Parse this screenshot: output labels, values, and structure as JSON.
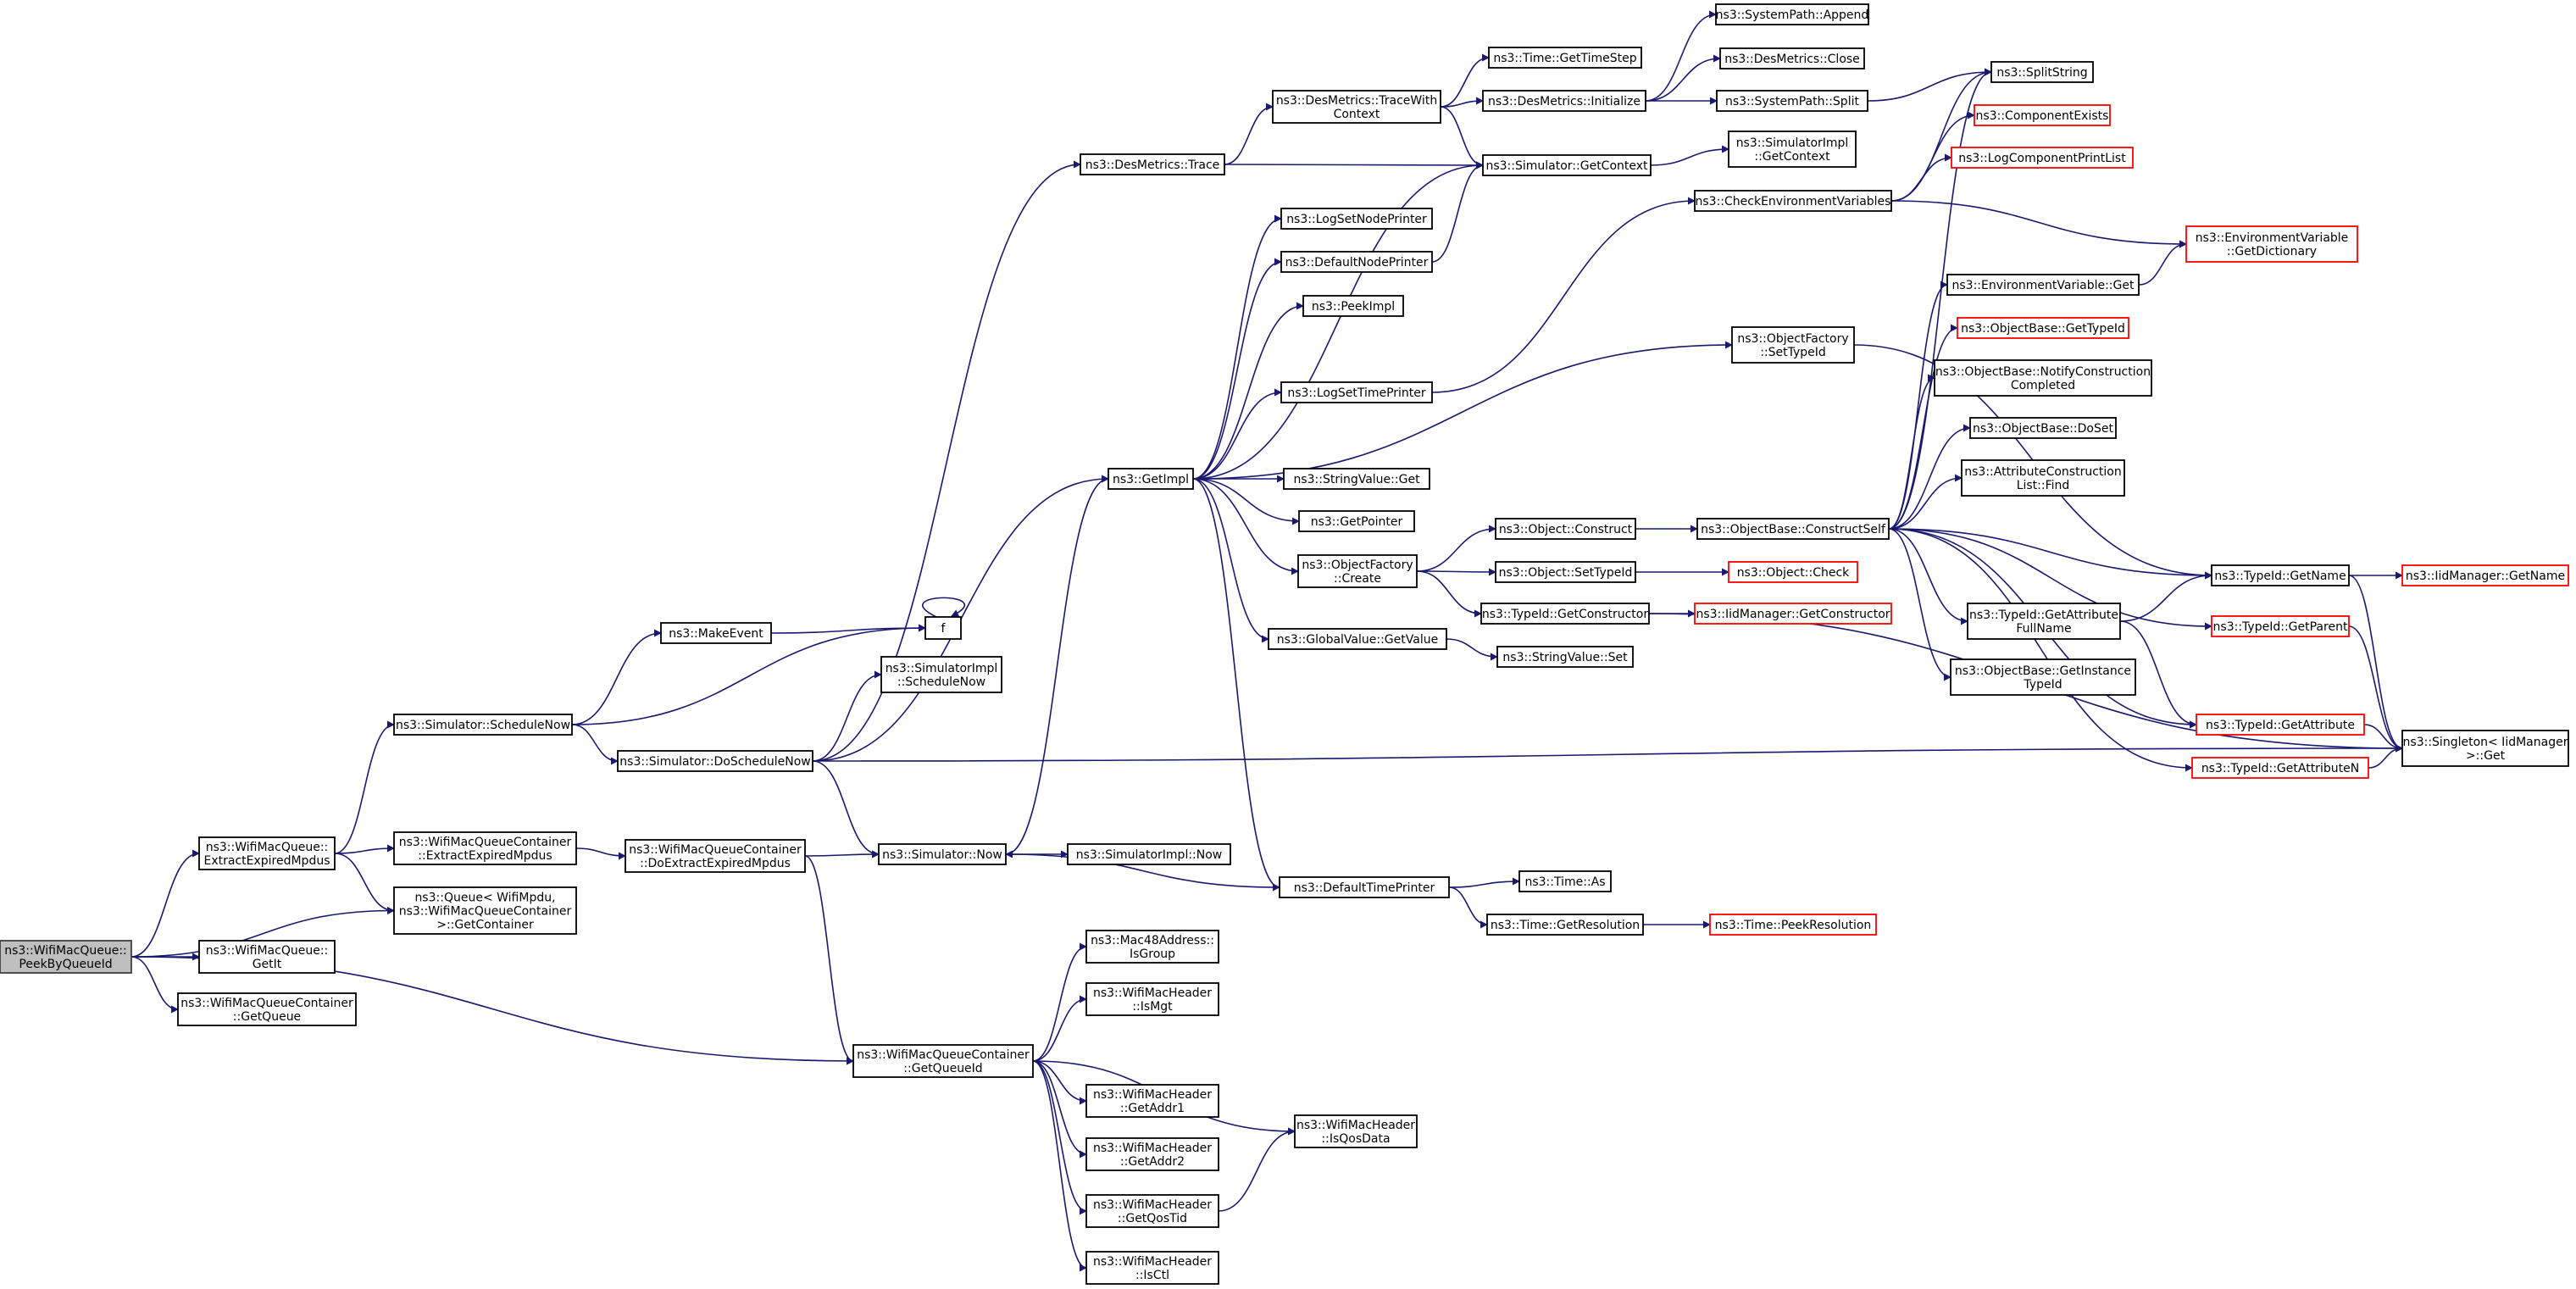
{
  "nodes": [
    {
      "id": "peek",
      "lines": [
        "ns3::WifiMacQueue::",
        "PeekByQueueId"
      ],
      "root": true
    },
    {
      "id": "extractExpired",
      "lines": [
        "ns3::WifiMacQueue::",
        "ExtractExpiredMpdus"
      ]
    },
    {
      "id": "getIt",
      "lines": [
        "ns3::WifiMacQueue::",
        "GetIt"
      ]
    },
    {
      "id": "containerGetQueue",
      "lines": [
        "ns3::WifiMacQueueContainer",
        "::GetQueue"
      ]
    },
    {
      "id": "containerExtract",
      "lines": [
        "ns3::WifiMacQueueContainer",
        "::ExtractExpiredMpdus"
      ]
    },
    {
      "id": "queueGetContainer",
      "lines": [
        "ns3::Queue< WifiMpdu,",
        "ns3::WifiMacQueueContainer",
        ">::GetContainer"
      ]
    },
    {
      "id": "scheduleNow",
      "lines": [
        "ns3::Simulator::ScheduleNow"
      ]
    },
    {
      "id": "doExtract",
      "lines": [
        "ns3::WifiMacQueueContainer",
        "::DoExtractExpiredMpdus"
      ]
    },
    {
      "id": "makeEvent",
      "lines": [
        "ns3::MakeEvent"
      ]
    },
    {
      "id": "f",
      "lines": [
        "f"
      ]
    },
    {
      "id": "doScheduleNow",
      "lines": [
        "ns3::Simulator::DoScheduleNow"
      ]
    },
    {
      "id": "simImplScheduleNow",
      "lines": [
        "ns3::SimulatorImpl",
        "::ScheduleNow"
      ]
    },
    {
      "id": "simNow",
      "lines": [
        "ns3::Simulator::Now"
      ]
    },
    {
      "id": "simImplNow",
      "lines": [
        "ns3::SimulatorImpl::Now"
      ]
    },
    {
      "id": "getQueueId",
      "lines": [
        "ns3::WifiMacQueueContainer",
        "::GetQueueId"
      ]
    },
    {
      "id": "isGroup",
      "lines": [
        "ns3::Mac48Address::",
        "IsGroup"
      ]
    },
    {
      "id": "isMgt",
      "lines": [
        "ns3::WifiMacHeader",
        "::IsMgt"
      ]
    },
    {
      "id": "getAddr1",
      "lines": [
        "ns3::WifiMacHeader",
        "::GetAddr1"
      ]
    },
    {
      "id": "getAddr2",
      "lines": [
        "ns3::WifiMacHeader",
        "::GetAddr2"
      ]
    },
    {
      "id": "getQosTid",
      "lines": [
        "ns3::WifiMacHeader",
        "::GetQosTid"
      ]
    },
    {
      "id": "isCtl",
      "lines": [
        "ns3::WifiMacHeader",
        "::IsCtl"
      ]
    },
    {
      "id": "isQosData",
      "lines": [
        "ns3::WifiMacHeader",
        "::IsQosData"
      ]
    },
    {
      "id": "desTrace",
      "lines": [
        "ns3::DesMetrics::Trace"
      ]
    },
    {
      "id": "getImpl",
      "lines": [
        "ns3::GetImpl"
      ]
    },
    {
      "id": "traceWithContext",
      "lines": [
        "ns3::DesMetrics::TraceWith",
        "Context"
      ]
    },
    {
      "id": "logSetNodePrinter",
      "lines": [
        "ns3::LogSetNodePrinter"
      ]
    },
    {
      "id": "defaultNodePrinter",
      "lines": [
        "ns3::DefaultNodePrinter"
      ]
    },
    {
      "id": "peekImpl",
      "lines": [
        "ns3::PeekImpl"
      ]
    },
    {
      "id": "logSetTimePrinter",
      "lines": [
        "ns3::LogSetTimePrinter"
      ]
    },
    {
      "id": "stringValueGet",
      "lines": [
        "ns3::StringValue::Get"
      ]
    },
    {
      "id": "getPointer",
      "lines": [
        "ns3::GetPointer"
      ]
    },
    {
      "id": "objFactoryCreate",
      "lines": [
        "ns3::ObjectFactory",
        "::Create"
      ]
    },
    {
      "id": "globalValueGetValue",
      "lines": [
        "ns3::GlobalValue::GetValue"
      ]
    },
    {
      "id": "defaultTimePrinter",
      "lines": [
        "ns3::DefaultTimePrinter"
      ]
    },
    {
      "id": "timeGetTimeStep",
      "lines": [
        "ns3::Time::GetTimeStep"
      ]
    },
    {
      "id": "desInitialize",
      "lines": [
        "ns3::DesMetrics::Initialize"
      ]
    },
    {
      "id": "simGetContext",
      "lines": [
        "ns3::Simulator::GetContext"
      ]
    },
    {
      "id": "objectConstruct",
      "lines": [
        "ns3::Object::Construct"
      ]
    },
    {
      "id": "objectSetTypeId",
      "lines": [
        "ns3::Object::SetTypeId"
      ]
    },
    {
      "id": "typeIdGetConstructor",
      "lines": [
        "ns3::TypeId::GetConstructor"
      ]
    },
    {
      "id": "stringValueSet",
      "lines": [
        "ns3::StringValue::Set"
      ]
    },
    {
      "id": "timeAs",
      "lines": [
        "ns3::Time::As"
      ]
    },
    {
      "id": "timeGetResolution",
      "lines": [
        "ns3::Time::GetResolution"
      ]
    },
    {
      "id": "sysPathAppend",
      "lines": [
        "ns3::SystemPath::Append"
      ]
    },
    {
      "id": "desClose",
      "lines": [
        "ns3::DesMetrics::Close"
      ]
    },
    {
      "id": "sysPathSplit",
      "lines": [
        "ns3::SystemPath::Split"
      ]
    },
    {
      "id": "simImplGetContext",
      "lines": [
        "ns3::SimulatorImpl",
        "::GetContext"
      ]
    },
    {
      "id": "checkEnvVars",
      "lines": [
        "ns3::CheckEnvironmentVariables"
      ]
    },
    {
      "id": "objFactorySetTypeId",
      "lines": [
        "ns3::ObjectFactory",
        "::SetTypeId"
      ]
    },
    {
      "id": "objBaseConstructSelf",
      "lines": [
        "ns3::ObjectBase::ConstructSelf"
      ]
    },
    {
      "id": "objectCheck",
      "lines": [
        "ns3::Object::Check"
      ],
      "red": true
    },
    {
      "id": "iidGetConstructor",
      "lines": [
        "ns3::IidManager::GetConstructor"
      ],
      "red": true
    },
    {
      "id": "timePeekResolution",
      "lines": [
        "ns3::Time::PeekResolution"
      ],
      "red": true
    },
    {
      "id": "splitString",
      "lines": [
        "ns3::SplitString"
      ]
    },
    {
      "id": "componentExists",
      "lines": [
        "ns3::ComponentExists"
      ],
      "red": true
    },
    {
      "id": "logComponentPrintList",
      "lines": [
        "ns3::LogComponentPrintList"
      ],
      "red": true
    },
    {
      "id": "envVarGet",
      "lines": [
        "ns3::EnvironmentVariable::Get"
      ]
    },
    {
      "id": "objBaseGetTypeId",
      "lines": [
        "ns3::ObjectBase::GetTypeId"
      ],
      "red": true
    },
    {
      "id": "objBaseNotify",
      "lines": [
        "ns3::ObjectBase::NotifyConstruction",
        "Completed"
      ]
    },
    {
      "id": "objBaseDoSet",
      "lines": [
        "ns3::ObjectBase::DoSet"
      ]
    },
    {
      "id": "attrConstructionFind",
      "lines": [
        "ns3::AttributeConstruction",
        "List::Find"
      ]
    },
    {
      "id": "typeIdGetAttrFullName",
      "lines": [
        "ns3::TypeId::GetAttribute",
        "FullName"
      ]
    },
    {
      "id": "objBaseGetInstanceTypeId",
      "lines": [
        "ns3::ObjectBase::GetInstance",
        "TypeId"
      ]
    },
    {
      "id": "envVarGetDictionary",
      "lines": [
        "ns3::EnvironmentVariable",
        "::GetDictionary"
      ],
      "red": true
    },
    {
      "id": "typeIdGetName",
      "lines": [
        "ns3::TypeId::GetName"
      ]
    },
    {
      "id": "typeIdGetParent",
      "lines": [
        "ns3::TypeId::GetParent"
      ],
      "red": true
    },
    {
      "id": "typeIdGetAttribute",
      "lines": [
        "ns3::TypeId::GetAttribute"
      ],
      "red": true
    },
    {
      "id": "typeIdGetAttributeN",
      "lines": [
        "ns3::TypeId::GetAttributeN"
      ],
      "red": true
    },
    {
      "id": "iidGetName",
      "lines": [
        "ns3::IidManager::GetName"
      ],
      "red": true
    },
    {
      "id": "singletonGet",
      "lines": [
        "ns3::Singleton< IidManager",
        ">::Get"
      ]
    }
  ]
}
